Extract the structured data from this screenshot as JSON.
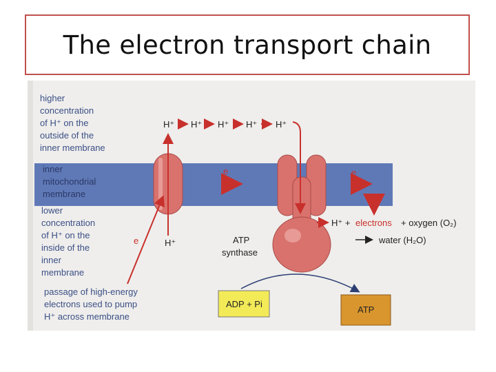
{
  "slide": {
    "title": "The electron transport chain"
  },
  "figure": {
    "labels": {
      "outside": [
        "higher",
        "concentration",
        "of H⁺ on the",
        "outside of the",
        "inner membrane"
      ],
      "membrane": [
        "inner",
        "mitochondrial",
        "membrane"
      ],
      "inside": [
        "lower",
        "concentration",
        "of H⁺ on the",
        "inside of the",
        "inner",
        "membrane"
      ],
      "passage": [
        "passage of high-energy",
        "electrons used to pump",
        "H⁺ across membrane"
      ],
      "h_row": [
        "H⁺",
        "H⁺",
        "H⁺",
        "H⁺",
        "H⁺"
      ],
      "h_inside": "H⁺",
      "e_label": "e",
      "synthase": [
        "ATP",
        "synthase"
      ],
      "reaction_h": "H⁺ +",
      "reaction_electrons": "electrons",
      "reaction_oxygen": "+ oxygen (O₂)",
      "reaction_water": "water (H₂O)",
      "adp_box": "ADP + Pi",
      "atp_box": "ATP"
    },
    "colors": {
      "membrane": "#5f79b7",
      "protein": "#d9726d",
      "arrow": "#c8302c",
      "adp_box": "#f3ea58",
      "atp_box": "#d9962e",
      "text_blue": "#3b4f86",
      "text_red": "#c8302c"
    }
  }
}
